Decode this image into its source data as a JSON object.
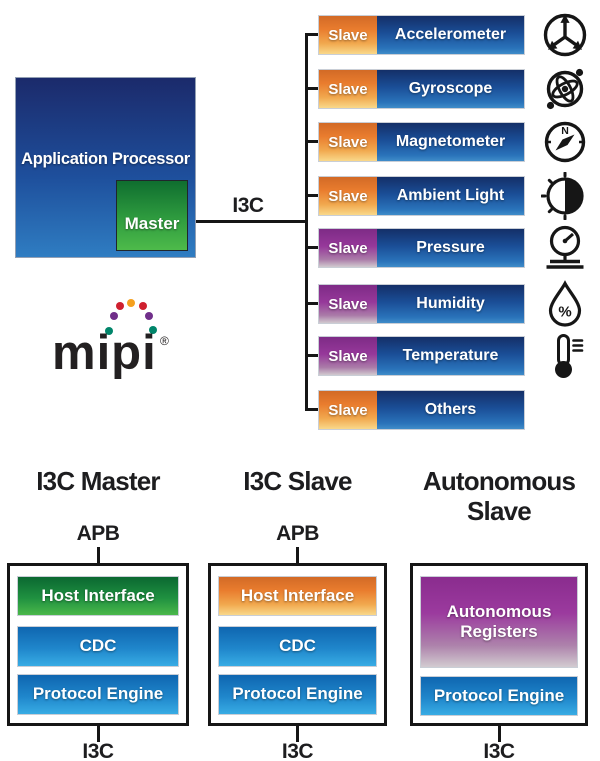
{
  "top": {
    "app_processor_label": "Application Processor",
    "master_label": "Master",
    "bus_label": "I3C",
    "slave_tag_label": "Slave",
    "sensors": [
      {
        "name": "Accelerometer",
        "tag": "orange",
        "icon": "accelerometer-icon"
      },
      {
        "name": "Gyroscope",
        "tag": "orange",
        "icon": "gyroscope-icon"
      },
      {
        "name": "Magnetometer",
        "tag": "orange",
        "icon": "magnetometer-icon"
      },
      {
        "name": "Ambient Light",
        "tag": "orange",
        "icon": "ambient-light-icon"
      },
      {
        "name": "Pressure",
        "tag": "purple",
        "icon": "pressure-icon"
      },
      {
        "name": "Humidity",
        "tag": "purple",
        "icon": "humidity-icon"
      },
      {
        "name": "Temperature",
        "tag": "purple",
        "icon": "temperature-icon"
      },
      {
        "name": "Others",
        "tag": "orange",
        "icon": ""
      }
    ]
  },
  "logo": {
    "text": "mipi",
    "registered_mark": "®",
    "dot_colors": [
      "#00856a",
      "#702f8a",
      "#cf202f",
      "#f5a01e",
      "#cf202f",
      "#702f8a",
      "#00856a"
    ]
  },
  "bottom": {
    "columns": [
      {
        "title_lines": [
          "I3C Master"
        ],
        "top_port": "APB",
        "bottom_port": "I3C",
        "blocks": [
          {
            "label": "Host Interface",
            "color": "green"
          },
          {
            "label": "CDC",
            "color": "blue"
          },
          {
            "label": "Protocol Engine",
            "color": "blue"
          }
        ]
      },
      {
        "title_lines": [
          "I3C Slave"
        ],
        "top_port": "APB",
        "bottom_port": "I3C",
        "blocks": [
          {
            "label": "Host Interface",
            "color": "orange"
          },
          {
            "label": "CDC",
            "color": "blue"
          },
          {
            "label": "Protocol Engine",
            "color": "blue"
          }
        ]
      },
      {
        "title_lines": [
          "Autonomous",
          "Slave"
        ],
        "top_port": "",
        "bottom_port": "I3C",
        "blocks": [
          {
            "label": "Autonomous Registers",
            "color": "purple"
          },
          {
            "label": "Protocol Engine",
            "color": "blue"
          }
        ]
      }
    ]
  },
  "colors": {
    "slave_tag_orange": "#e97c2e",
    "slave_tag_purple": "#96389a",
    "sensor_bar_blue": "#1a4e97",
    "master_green": "#2f9c3f",
    "block_blue": "#1f86cb",
    "block_green": "#1f9040",
    "registers_purple": "#9b3a9e",
    "line_black": "#161616"
  }
}
